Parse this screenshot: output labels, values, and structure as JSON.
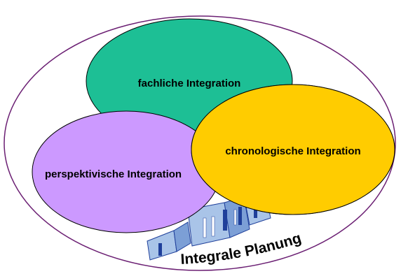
{
  "diagram": {
    "outer_label": "Integrale Planung",
    "circles": [
      {
        "key": "fachlich",
        "label": "fachliche Integration",
        "color": "#1dbf95"
      },
      {
        "key": "perspektiv",
        "label": "perspektivische Integration",
        "color": "#cc99ff"
      },
      {
        "key": "chrono",
        "label": "chronologische Integration",
        "color": "#ffcc00"
      }
    ],
    "colors": {
      "outer_border": "#6b1f73",
      "circle_border": "#000000",
      "building_light": "#a9c4e8",
      "building_mid": "#7c9fd6",
      "building_dark": "#1f3f9a"
    }
  }
}
